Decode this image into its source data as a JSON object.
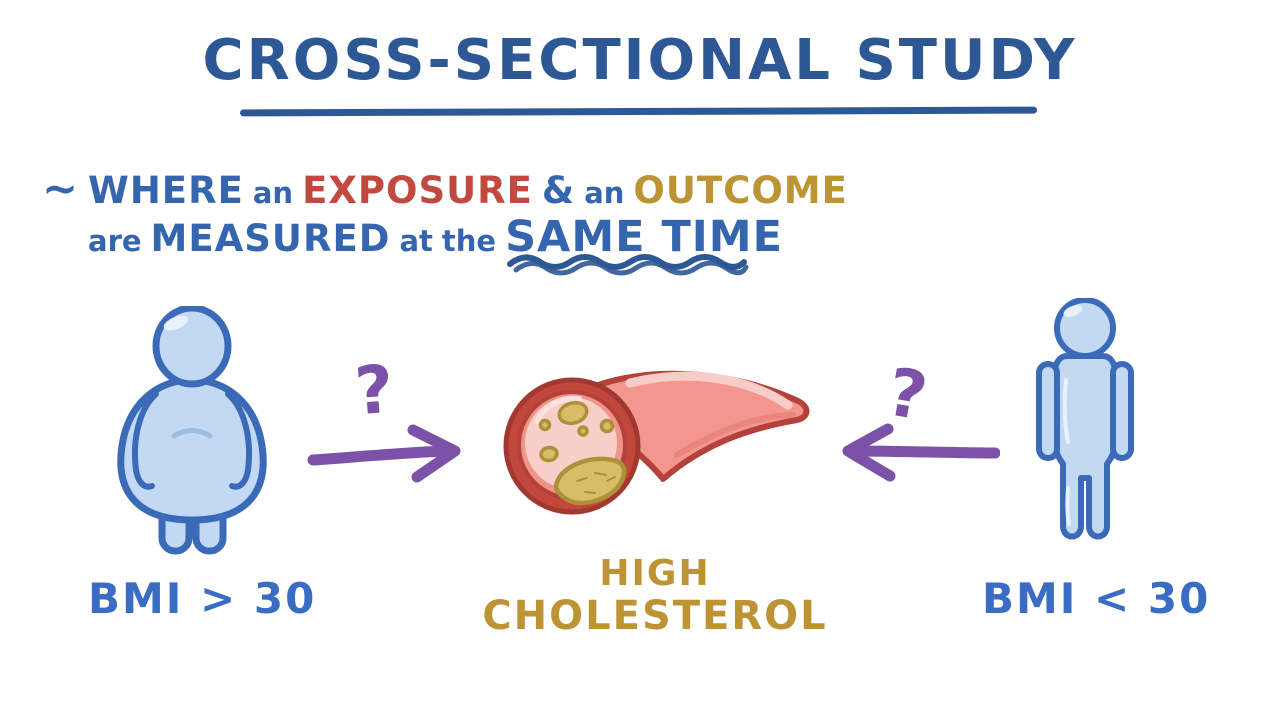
{
  "title": {
    "text": "CROSS-SECTIONAL STUDY"
  },
  "subtitle": {
    "tilde": "~",
    "where": "WHERE",
    "an1": "an",
    "exposure": "EXPOSURE",
    "ampersand": "&",
    "an2": "an",
    "outcome": "OUTCOME",
    "are": "are",
    "measured": "MEASURED",
    "at": "at",
    "the": "the",
    "same_time": "SAME TIME"
  },
  "exposure_group": {
    "label": "BMI > 30",
    "question_mark": "?"
  },
  "comparison_group": {
    "label": "BMI < 30",
    "question_mark": "?"
  },
  "outcome_label": {
    "line1": "HIGH",
    "line2": "CHOLESTEROL"
  },
  "icons": {
    "left_figure": "obese-person-icon",
    "right_figure": "slim-person-icon",
    "center_figure": "artery-cross-section-icon",
    "left_arrow": "arrow-right-icon",
    "right_arrow": "arrow-left-icon"
  },
  "colors": {
    "title_blue": "#2d5795",
    "subtitle_blue": "#3465ae",
    "bmi_blue": "#3a6cc4",
    "exposure_red": "#c2493f",
    "outcome_gold": "#bd9434",
    "arrow_purple": "#7c52a8",
    "figure_fill": "#c3d9f3",
    "figure_outline": "#3a6ab8",
    "artery_wall": "#c2473c",
    "artery_salmon": "#ee9489",
    "artery_lumen": "#f8cec9",
    "plaque_gold": "#d9bc67",
    "background": "#ffffff"
  }
}
